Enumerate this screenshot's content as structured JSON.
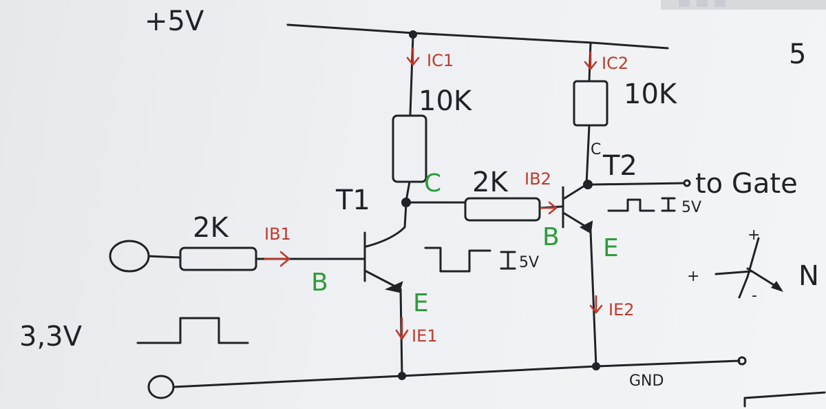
{
  "labels": {
    "supply": "+5V",
    "input_voltage": "3,3V",
    "gnd": "GND",
    "r_base1": "2K",
    "r_base2": "2K",
    "r_c1": "10K",
    "r_c2": "10K",
    "t1": "T1",
    "t2": "T2",
    "to_gate": "to Gate",
    "wave_t1": "5V",
    "wave_out": "5V",
    "t1_b": "B",
    "t1_c": "C",
    "t1_e": "E",
    "t2_b": "B",
    "t2_c": "C",
    "t2_e": "E",
    "i_b1": "IB1",
    "i_c1": "IC1",
    "i_e1": "IE1",
    "i_b2": "IB2",
    "i_c2": "IC2",
    "i_e2": "IE2",
    "corner_top": "5",
    "corner_side": "N",
    "sym_plus1": "+",
    "sym_plus2": "+",
    "sym_minus": "-"
  },
  "colors": {
    "ink": "#1f2227",
    "current_arrows": "#c0392b",
    "pin_labels": "#2e9b3a",
    "board": "#eef0f3"
  }
}
